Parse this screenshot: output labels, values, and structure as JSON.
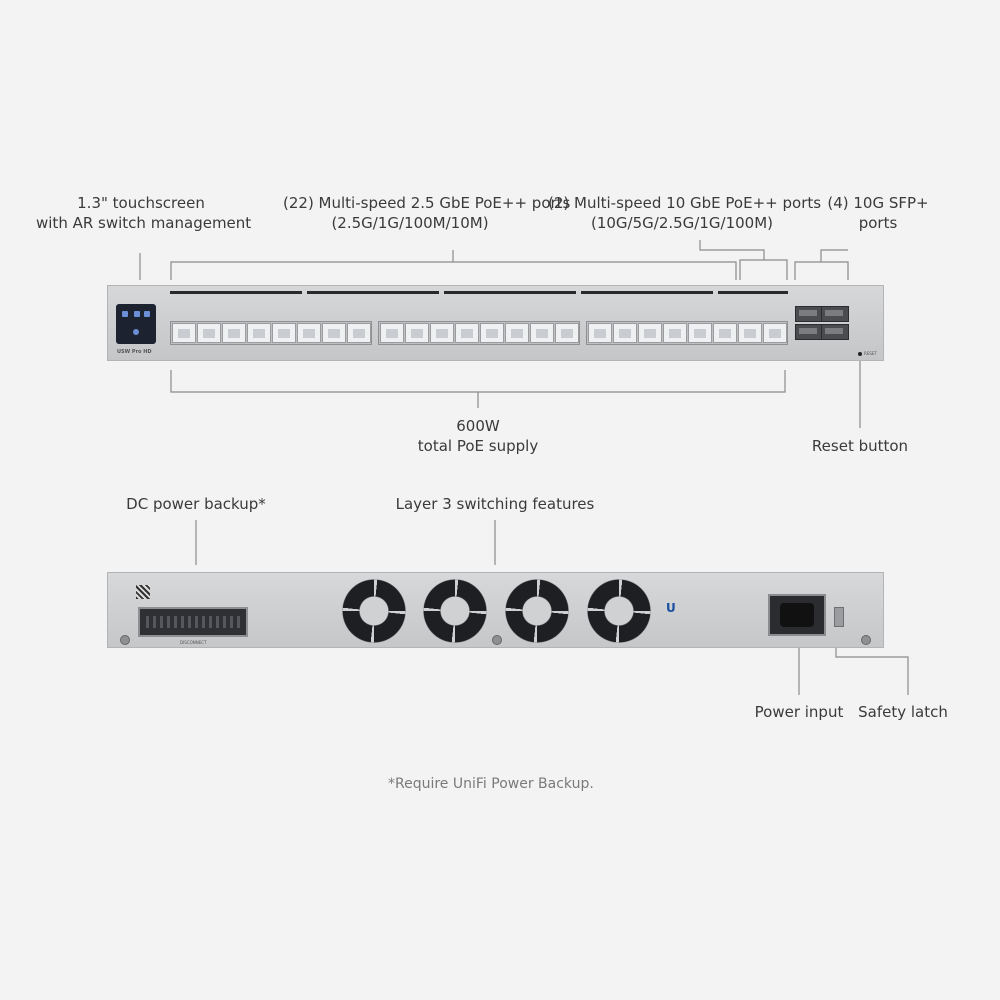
{
  "callouts": {
    "touchscreen": [
      "1.3\" touchscreen",
      "with AR switch management"
    ],
    "poe_ports_2_5g": [
      "(22) Multi-speed 2.5 GbE PoE++ ports",
      "(2.5G/1G/100M/10M)"
    ],
    "poe_ports_10g": [
      "(2) Multi-speed 10 GbE PoE++ ports",
      "(10G/5G/2.5G/1G/100M)"
    ],
    "sfp_ports": [
      "(4) 10G SFP+",
      "ports"
    ],
    "poe_supply": [
      "600W",
      "total PoE supply"
    ],
    "reset_button": "Reset button",
    "dc_power_backup": "DC power backup*",
    "layer3": "Layer 3 switching features",
    "power_input": "Power input",
    "safety_latch": "Safety latch"
  },
  "footnote": "*Require UniFi Power Backup.",
  "device": {
    "model_label": "USW Pro HD",
    "reset_label": "RESET",
    "dc_connector_label": "DISCONNECT",
    "brand_logo": "U"
  },
  "colors": {
    "background": "#f3f3f3",
    "chassis": "#cdced0",
    "screen": "#1d2230",
    "logo_blue": "#1a4fa0"
  }
}
